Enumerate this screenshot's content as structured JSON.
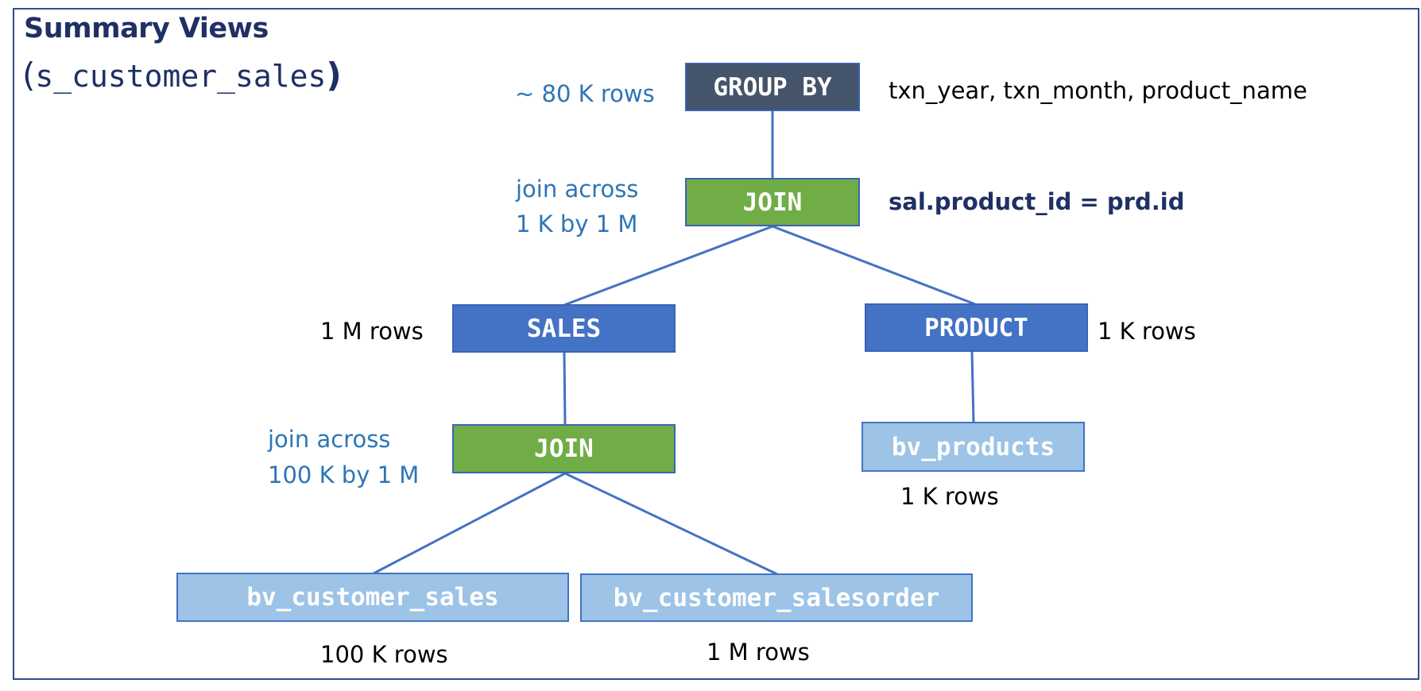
{
  "title": "Summary Views",
  "subtitle": {
    "open_paren": "(",
    "name": "s_customer_sales",
    "close_paren": ")"
  },
  "nodes": {
    "group_by": "GROUP BY",
    "join_top": "JOIN",
    "sales": "SALES",
    "product": "PRODUCT",
    "join_bottom": "JOIN",
    "bv_products": "bv_products",
    "bv_customer_sales": "bv_customer_sales",
    "bv_customer_salesorder": "bv_customer_salesorder"
  },
  "annotations": {
    "group_by_rows": "~ 80 K rows",
    "group_by_columns": "txn_year, txn_month, product_name",
    "join_top_line1": "join across",
    "join_top_line2": "1 K by 1 M",
    "join_top_condition": "sal.product_id = prd.id",
    "sales_rows": "1 M rows",
    "product_rows": "1 K rows",
    "join_bottom_line1": "join across",
    "join_bottom_line2": "100 K by 1 M",
    "bv_products_rows": "1 K rows",
    "bv_customer_sales_rows": "100 K rows",
    "bv_customer_salesorder_rows": "1 M rows"
  },
  "colors": {
    "group_by": "#44546a",
    "join": "#70ad47",
    "table": "#4472c4",
    "view": "#9dc3e6",
    "connector": "#4472c4",
    "annotation_blue": "#2e75b6",
    "title_navy": "#1f3064"
  }
}
